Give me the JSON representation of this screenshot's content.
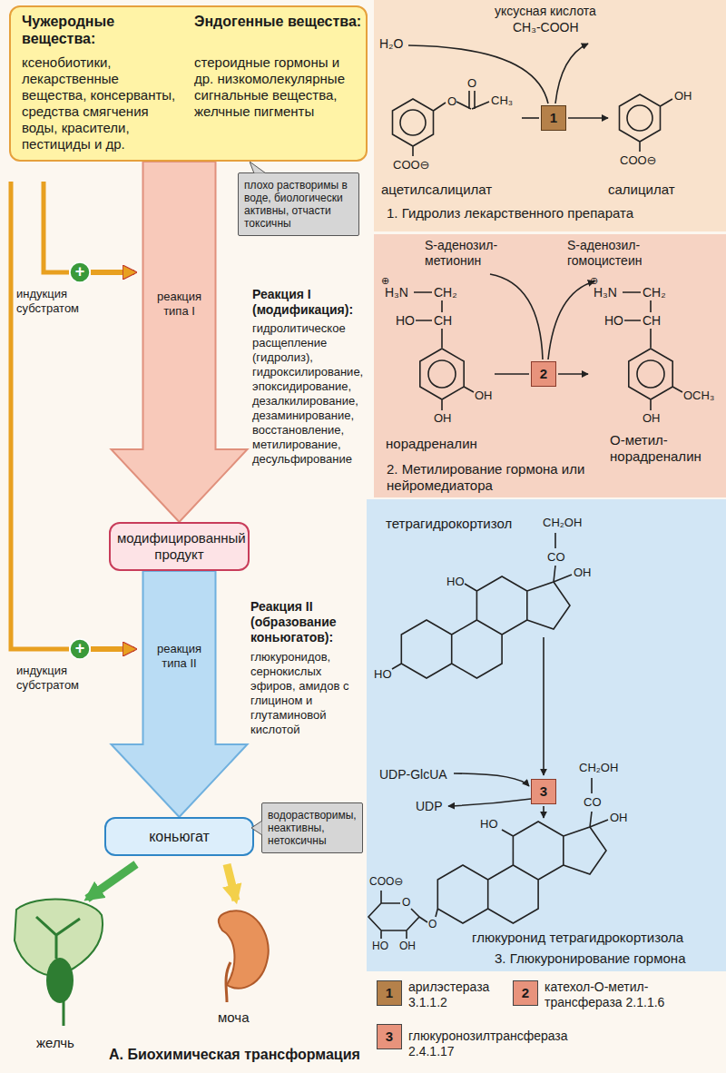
{
  "diagram": {
    "caption": "А. Биохимическая трансформация",
    "nodes": [
      {
        "text": [
          "Чужеродные вещества:",
          "ксенобиотики, лекарственные вещества, консерванты, средства смягчения воды, красители, пестициды и др.",
          "Эндогенные вещества:",
          "стероидные гормоны и др. низкомолекулярные сигнальные вещества, желчные пигменты"
        ]
      },
      {
        "text": [
          "плохо растворимы в воде, биологически активны, отчасти токсичны"
        ]
      },
      {
        "text": [
          "модифицированный продукт"
        ]
      },
      {
        "text": [
          "коньюгат"
        ]
      },
      {
        "text": [
          "водорастворимы, неактивны, нетоксичны"
        ]
      },
      {
        "text": [
          "1. Гидролиз лекарственного препарата"
        ]
      },
      {
        "text": [
          "1"
        ],
        "in": 5
      },
      {
        "text": [
          "2. Метилирование гормона или нейромедиатора"
        ]
      },
      {
        "text": [
          "2"
        ],
        "in": 7
      },
      {
        "text": [
          "3. Глюкуронирование гормона"
        ]
      },
      {
        "text": [
          "3"
        ],
        "in": 9
      }
    ],
    "edges": [
      {
        "from": 0,
        "to": 2,
        "arrow": "to",
        "label": "реакция типа I"
      },
      {
        "from": 2,
        "to": 3,
        "arrow": "to",
        "label": "реакция типа II"
      }
    ],
    "labels": [
      "+",
      "индукция субстратом",
      "+",
      "индукция субстратом",
      "Реакция I (модификация):",
      "гидролитическое расщепление (гидролиз), гидроксилирование, эпоксидирование, дезалкилирование, дезаминирование, восстановление, метилирование, десульфирование",
      "Реакция II (образование коньюгатов):",
      "глюкуронидов, сернокислых эфиров, амидов с глицином и глутаминовой кислотой",
      "желчь",
      "моча",
      "H₂O",
      "уксусная кислота",
      "CH₃-COOH",
      "O",
      "O",
      "CH₃",
      "COO⊖",
      "ацетилсалицилат",
      "OH",
      "COO⊖",
      "салицилат",
      "S-аденозил-метионин",
      "S-аденозил-гомоцистеин",
      "⊕",
      "H₃N",
      "CH₂",
      "HO",
      "CH",
      "OH",
      "OH",
      "норадреналин",
      "⊕",
      "H₃N",
      "CH₂",
      "HO",
      "CH",
      "OCH₃",
      "OH",
      "О-метил-норадреналин",
      "тетрагидрокортизол",
      "CH₂OH",
      "CO",
      "OH",
      "HO",
      "HO",
      "UDP-GlcUA",
      "UDP",
      "CH₂OH",
      "CO",
      "OH",
      "HO",
      "COO⊖",
      "O",
      "OH",
      "HO",
      "O",
      "глюкуронид тетрагидрокортизола",
      "1",
      "2",
      "3"
    ],
    "legend": [
      {
        "text": "арилэстераза 3.1.1.2",
        "color": "#b5814a"
      },
      {
        "text": "катехол-О-метил-трансфераза 2.1.1.6",
        "color": "#e8937c"
      },
      {
        "text": "глюкуронозилтрансфераза 2.4.1.17",
        "color": "#e8937c"
      }
    ]
  }
}
